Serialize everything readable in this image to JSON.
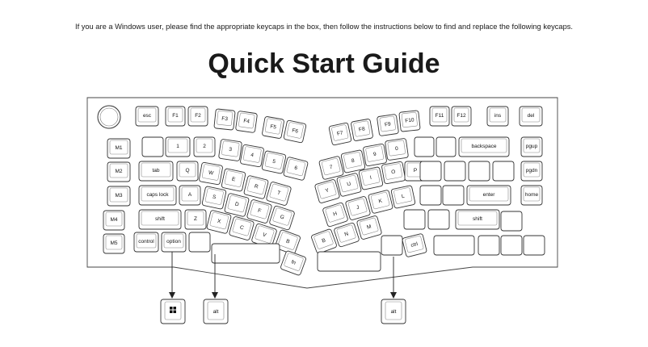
{
  "intro": "If you are a Windows user, please find the appropriate keycaps in the box, then follow the instructions below to find and replace the following keycaps.",
  "title": "Quick Start Guide",
  "keys": {
    "esc": "esc",
    "f1": "F1",
    "f2": "F2",
    "f3": "F3",
    "f4": "F4",
    "f5": "F5",
    "f6": "F6",
    "f7": "F7",
    "f8": "F8",
    "f9": "F9",
    "f10": "F10",
    "f11": "F11",
    "f12": "F12",
    "ins": "ins",
    "del": "del",
    "m1": "M1",
    "m2": "M2",
    "m3": "M3",
    "m4": "M4",
    "m5": "M5",
    "n1": "1",
    "n2": "2",
    "n3": "3",
    "n4": "4",
    "n5": "5",
    "n6": "6",
    "n7": "7",
    "n8": "8",
    "n9": "9",
    "n0": "0",
    "backspace": "backspace",
    "pgup": "pgup",
    "pgdn": "pgdn",
    "home": "home",
    "tab": "tab",
    "q": "Q",
    "w": "W",
    "e": "E",
    "r": "R",
    "t": "T",
    "y": "Y",
    "u": "U",
    "i": "I",
    "o": "O",
    "p": "P",
    "capslock": "caps lock",
    "a": "A",
    "s": "S",
    "d": "D",
    "f": "F",
    "g": "G",
    "h": "H",
    "j": "J",
    "k": "K",
    "l": "L",
    "enter": "enter",
    "lshift": "shift",
    "z": "Z",
    "x": "X",
    "c": "C",
    "v": "V",
    "b": "B",
    "bb": "B",
    "n": "N",
    "m": "M",
    "rshift": "shift",
    "control": "control",
    "option": "option",
    "fn": "fn",
    "ctrl": "ctrl",
    "win_alt": "alt",
    "alt_left": "alt",
    "alt_right": "alt"
  }
}
